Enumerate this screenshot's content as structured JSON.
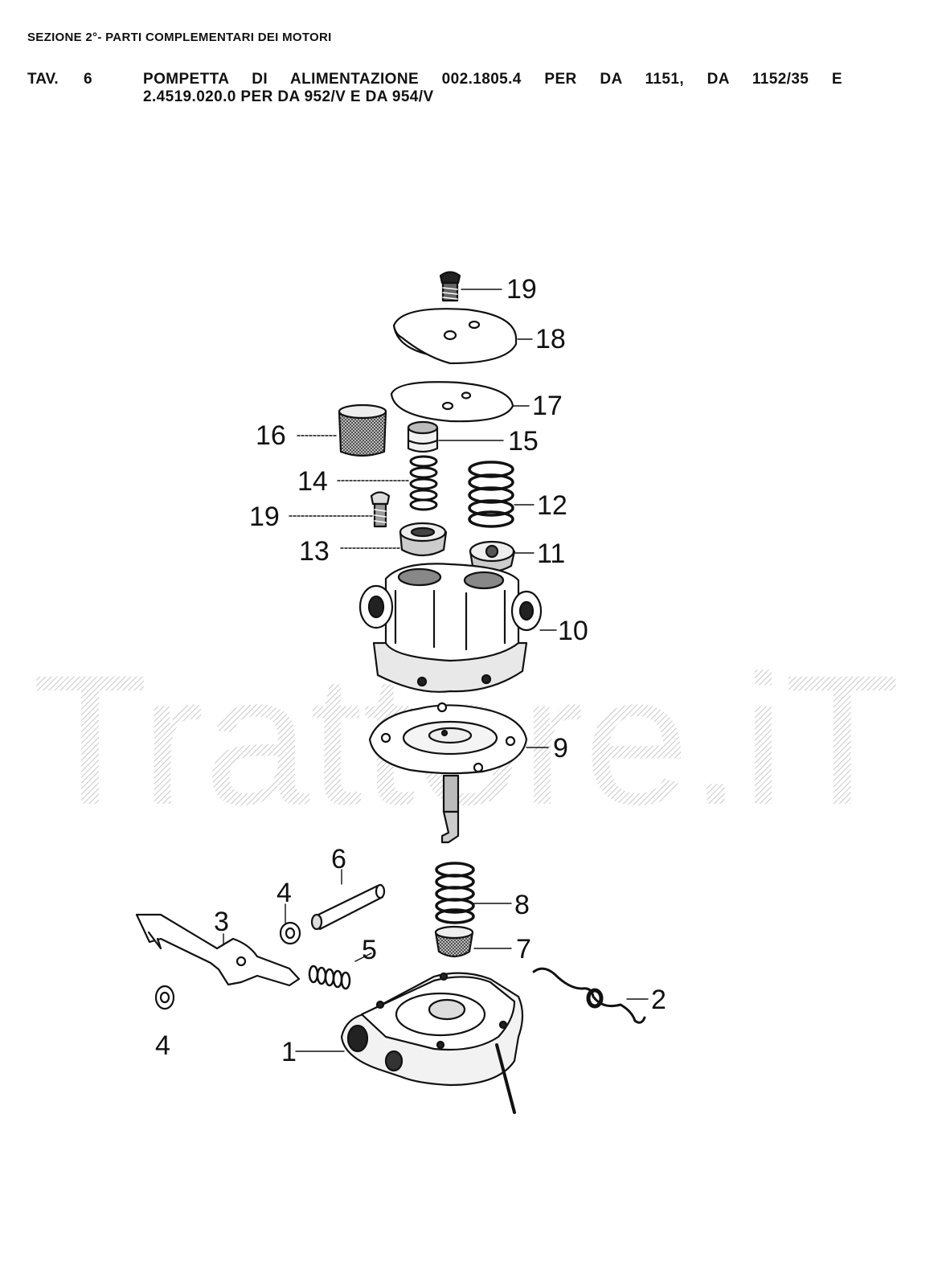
{
  "header": {
    "section": "SEZIONE 2°- PARTI COMPLEMENTARI DEI MOTORI",
    "tav_label": "TAV.",
    "tav_number": "6",
    "title_line1": "POMPETTA DI ALIMENTAZIONE 002.1805.4 PER DA 1151, DA 1152/35 E",
    "title_line2": "2.4519.020.0 PER DA 952/V E DA 954/V"
  },
  "watermark": "Trattore.iT",
  "callouts": {
    "c1": "1",
    "c2": "2",
    "c3": "3",
    "c4a": "4",
    "c4b": "4",
    "c5": "5",
    "c6": "6",
    "c7": "7",
    "c8": "8",
    "c9": "9",
    "c10": "10",
    "c11": "11",
    "c12": "12",
    "c13": "13",
    "c14": "14",
    "c15": "15",
    "c16": "16",
    "c17": "17",
    "c18": "18",
    "c19a": "19",
    "c19b": "19"
  }
}
